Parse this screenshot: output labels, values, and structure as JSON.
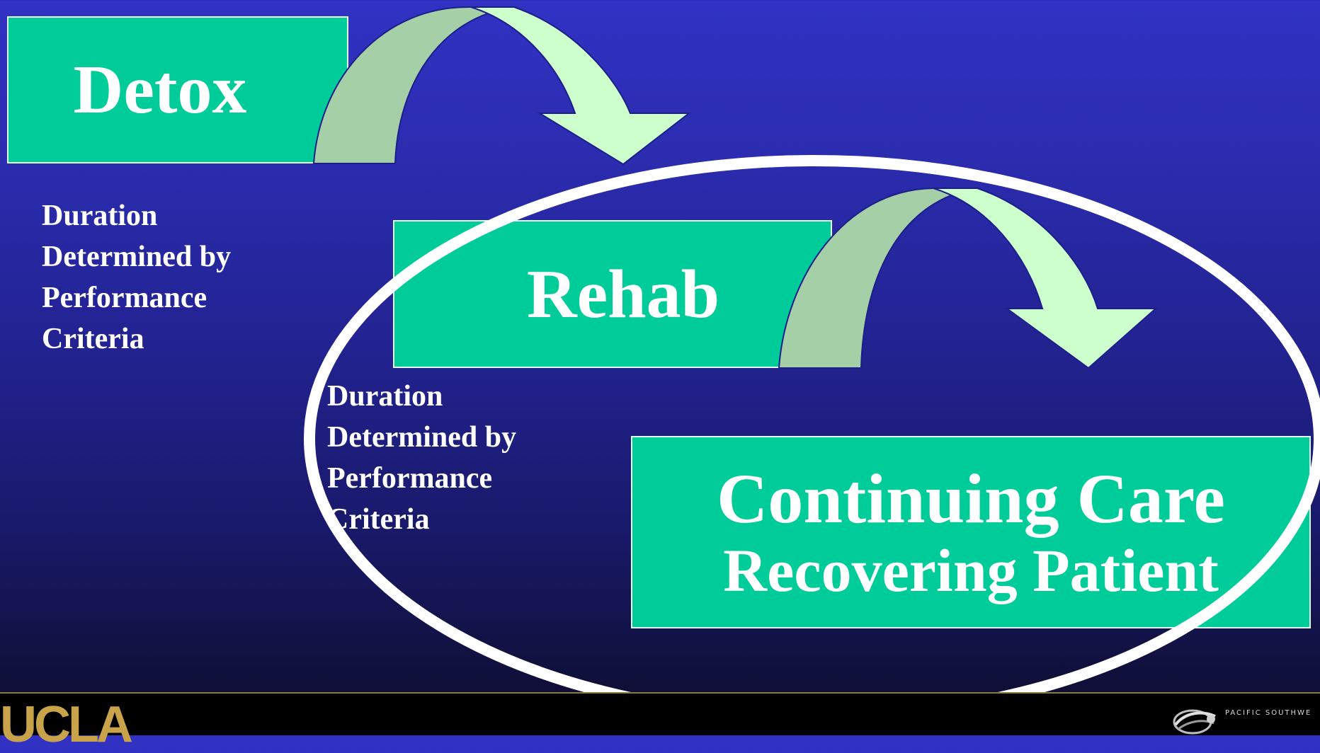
{
  "stages": [
    {
      "id": "detox",
      "title": "Detox"
    },
    {
      "id": "rehab",
      "title": "Rehab"
    },
    {
      "id": "care",
      "title_line1": "Continuing Care",
      "title_line2": "Recovering Patient"
    }
  ],
  "notes": [
    {
      "lines": [
        "Duration",
        "Determined by",
        "Performance",
        "Criteria"
      ]
    },
    {
      "lines": [
        "Duration",
        "Determined by",
        "Performance",
        "Criteria"
      ]
    }
  ],
  "footer": {
    "left_logo_text": "UCLA",
    "right_logo_text": "PACIFIC SOUTHWE"
  },
  "colors": {
    "box_fill": "#00cc99",
    "arrow_dark": "#a4cfa7",
    "arrow_light": "#ccffcc",
    "ellipse": "#ffffff",
    "logo_gold": "#c8a34a"
  },
  "icons": [
    "curved-arrow-icon",
    "ucla-logo",
    "pswatt-emblem-icon"
  ]
}
